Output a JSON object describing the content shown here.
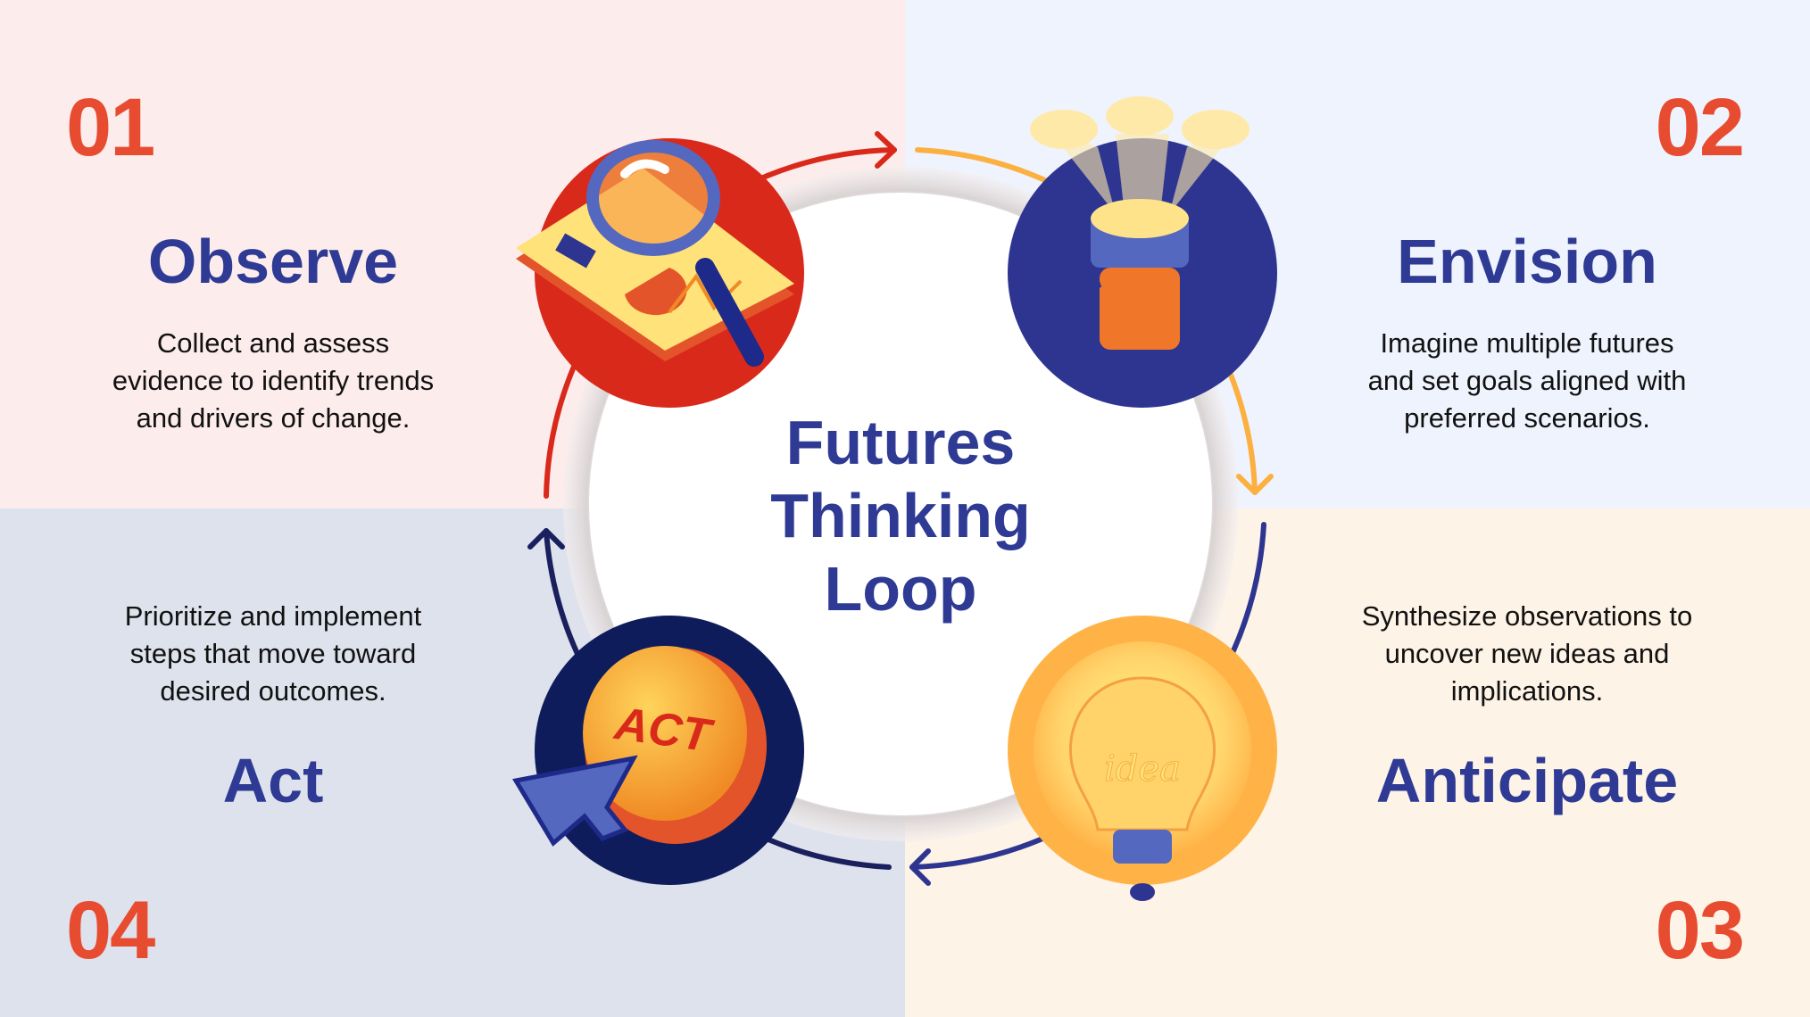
{
  "title": "Futures Thinking Loop",
  "title_lines": [
    "Futures",
    "Thinking",
    "Loop"
  ],
  "stages": [
    {
      "number": "01",
      "name": "Observe",
      "description": [
        "Collect and assess",
        "evidence to identify trends",
        "and drivers of change."
      ],
      "icon": "magnifying-glass-icon"
    },
    {
      "number": "02",
      "name": "Envision",
      "description": [
        "Imagine multiple futures",
        "and set goals aligned with",
        "preferred scenarios."
      ],
      "icon": "flashlight-icon"
    },
    {
      "number": "03",
      "name": "Anticipate",
      "description": [
        "Synthesize observations to",
        "uncover new ideas and",
        "implications."
      ],
      "icon": "lightbulb-icon",
      "icon_text": "idea"
    },
    {
      "number": "04",
      "name": "Act",
      "description": [
        "Prioritize and implement",
        "steps that move toward",
        "desired outcomes."
      ],
      "icon": "act-button-icon",
      "icon_text": "ACT"
    }
  ],
  "colors": {
    "accent_red": "#e84c30",
    "heading_blue": "#2e3a94",
    "arrow_red": "#d9291b",
    "arrow_yellow": "#fbb040",
    "arrow_navy": "#2e3591",
    "arrow_dark": "#1a1f5e"
  }
}
